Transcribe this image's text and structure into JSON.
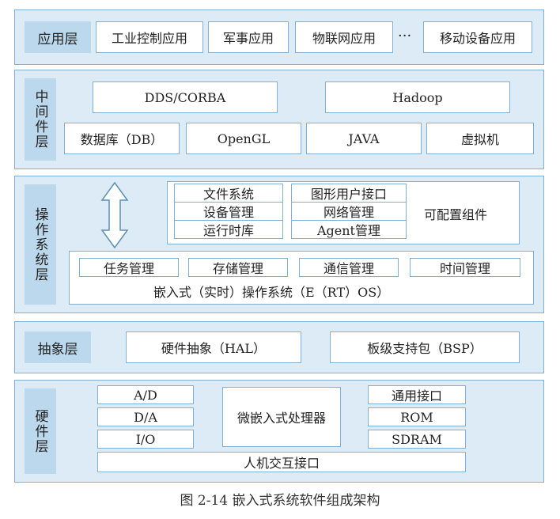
{
  "app_layer": {
    "label": "应用层",
    "items": [
      "工业控制应用",
      "军事应用",
      "物联网应用",
      "移动设备应用"
    ],
    "ellipsis": "···"
  },
  "middleware_layer": {
    "label": "中间件层",
    "row1": [
      "DDS/CORBA",
      "Hadoop"
    ],
    "row2": [
      "数据库（DB）",
      "OpenGL",
      "JAVA",
      "虚拟机"
    ]
  },
  "os_layer": {
    "label": "操作系统层",
    "configurable": {
      "col1": [
        "文件系统",
        "设备管理",
        "运行时库"
      ],
      "col2": [
        "图形用户接口",
        "网络管理",
        "Agent管理"
      ],
      "title": "可配置组件"
    },
    "kernel": {
      "items": [
        "任务管理",
        "存储管理",
        "通信管理",
        "时间管理"
      ],
      "title": "嵌入式（实时）操作系统（E（RT）OS）"
    }
  },
  "abstraction_layer": {
    "label": "抽象层",
    "items": [
      "硬件抽象（HAL）",
      "板级支持包（BSP）"
    ]
  },
  "hardware_layer": {
    "label": "硬件层",
    "left": [
      "A/D",
      "D/A",
      "I/O"
    ],
    "center": "微嵌入式处理器",
    "right": [
      "通用接口",
      "ROM",
      "SDRAM"
    ],
    "bottom": "人机交互接口"
  },
  "caption": "图 2-14    嵌入式系统软件组成架构"
}
